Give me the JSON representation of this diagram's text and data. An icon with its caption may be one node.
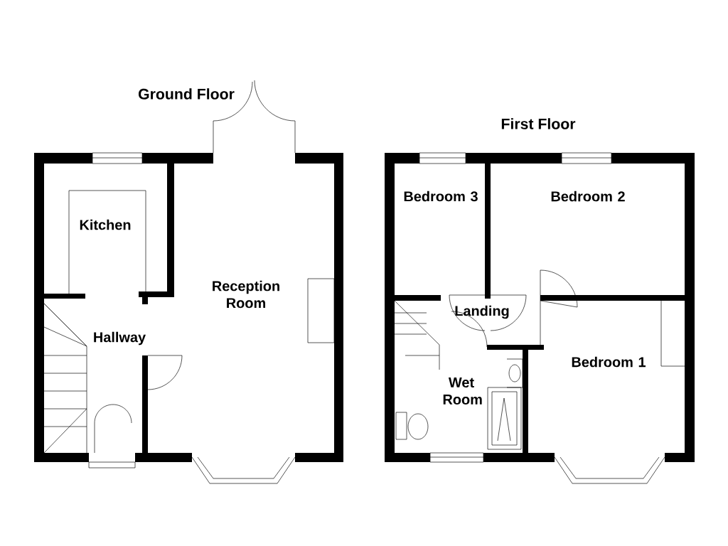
{
  "diagram": {
    "nodes": [
      {
        "text": [
          "Kitchen"
        ]
      },
      {
        "text": [
          "Reception Room"
        ]
      },
      {
        "text": [
          "Hallway"
        ]
      },
      {
        "text": [
          "Bedroom 3"
        ]
      },
      {
        "text": [
          "Bedroom 2"
        ]
      },
      {
        "text": [
          "Landing"
        ]
      },
      {
        "text": [
          "Bedroom 1"
        ]
      },
      {
        "text": [
          "Wet Room"
        ]
      }
    ],
    "labels": [
      "Ground Floor",
      "First Floor"
    ]
  }
}
